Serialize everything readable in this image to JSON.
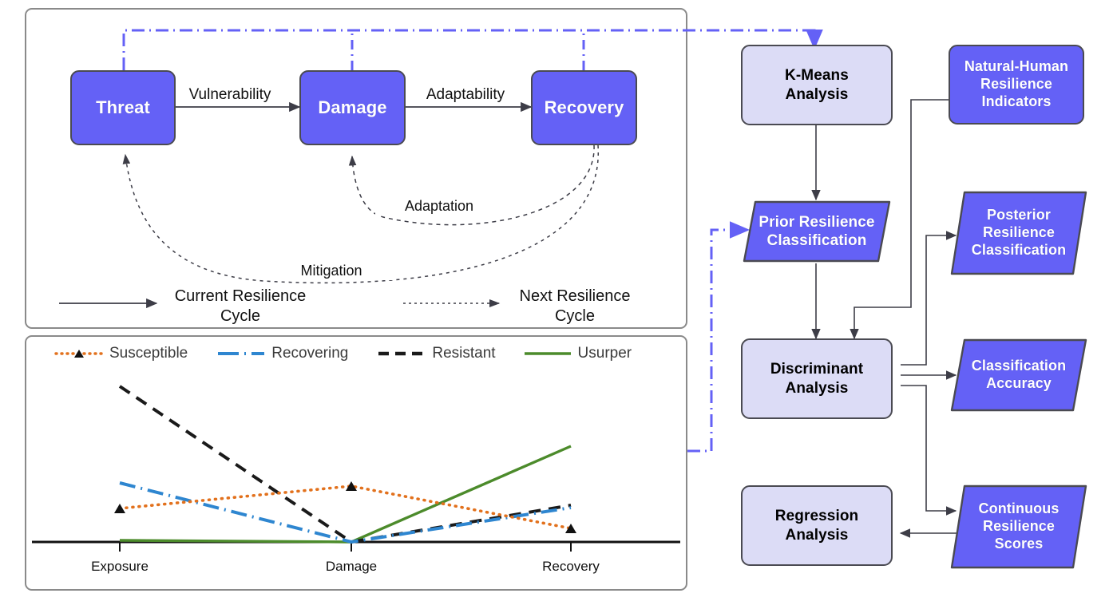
{
  "theme": {
    "purple": "#6461F6",
    "lavender": "#DCDCF6",
    "stroke_dark": "#4a4a52",
    "panel_border": "#8a8a8a",
    "orange": "#E2711D",
    "blue": "#2E86D0",
    "black": "#1a1a1a",
    "green": "#4C8B2B"
  },
  "resilience_cycle": {
    "panel_title": "",
    "nodes": [
      {
        "id": "threat",
        "label": "Threat"
      },
      {
        "id": "damage",
        "label": "Damage"
      },
      {
        "id": "recovery",
        "label": "Recovery"
      }
    ],
    "edges": [
      {
        "from": "threat",
        "to": "damage",
        "label": "Vulnerability"
      },
      {
        "from": "damage",
        "to": "recovery",
        "label": "Adaptability"
      },
      {
        "from": "recovery",
        "to": "damage",
        "label": "Adaptation"
      },
      {
        "from": "recovery",
        "to": "threat",
        "label": "Mitigation"
      }
    ],
    "legend": [
      {
        "style": "solid-arrow",
        "label": "Current Resilience Cycle"
      },
      {
        "style": "dotted-arrow",
        "label": "Next Resilience Cycle"
      }
    ]
  },
  "chart_data": {
    "type": "line",
    "title": "",
    "xlabel": "",
    "ylabel": "",
    "categories": [
      "Exposure",
      "Damage",
      "Recovery"
    ],
    "x": [
      150,
      440,
      715
    ],
    "grid": false,
    "legend_position": "top",
    "xlim": [
      60,
      840
    ],
    "ylim": [
      0,
      100
    ],
    "series": [
      {
        "name": "Susceptible",
        "color": "#E2711D",
        "style": "dotted",
        "marker": "triangle",
        "values": [
          22,
          38,
          10
        ],
        "points": [
          [
            150,
            637
          ],
          [
            440,
            609
          ],
          [
            715,
            662
          ]
        ]
      },
      {
        "name": "Recovering",
        "color": "#2E86D0",
        "style": "dashdot",
        "marker": "none",
        "values": [
          38,
          0,
          17
        ],
        "points": [
          [
            150,
            605
          ],
          [
            440,
            679
          ],
          [
            715,
            636
          ]
        ]
      },
      {
        "name": "Resistant",
        "color": "#1a1a1a",
        "style": "dashed",
        "marker": "none",
        "values": [
          85,
          0,
          19
        ],
        "points": [
          [
            150,
            484
          ],
          [
            440,
            679
          ],
          [
            715,
            633
          ]
        ]
      },
      {
        "name": "Usurper",
        "color": "#4C8B2B",
        "style": "solid",
        "marker": "none",
        "values": [
          1,
          0,
          59
        ],
        "points": [
          [
            150,
            677
          ],
          [
            440,
            679
          ],
          [
            715,
            559
          ]
        ]
      }
    ]
  },
  "flow": {
    "nodes": [
      {
        "id": "kmeans",
        "label": "K-Means\nAnalysis",
        "shape": "rounded-rect",
        "fill": "lavender"
      },
      {
        "id": "prior",
        "label": "Prior Resilience\nClassification",
        "shape": "parallelogram",
        "fill": "purple"
      },
      {
        "id": "discrim",
        "label": "Discriminant\nAnalysis",
        "shape": "rounded-rect",
        "fill": "lavender"
      },
      {
        "id": "regression",
        "label": "Regression\nAnalysis",
        "shape": "rounded-rect",
        "fill": "lavender"
      },
      {
        "id": "indicators",
        "label": "Natural-Human\nResilience\nIndicators",
        "shape": "rounded-rect",
        "fill": "purple"
      },
      {
        "id": "posterior",
        "label": "Posterior\nResilience\nClassification",
        "shape": "parallelogram",
        "fill": "purple"
      },
      {
        "id": "accuracy",
        "label": "Classification\nAccuracy",
        "shape": "parallelogram",
        "fill": "purple"
      },
      {
        "id": "scores",
        "label": "Continuous\nResilience\nScores",
        "shape": "parallelogram",
        "fill": "purple"
      }
    ],
    "edges": [
      {
        "from": "cycle-panel",
        "to": "kmeans",
        "style": "purple-dashdot"
      },
      {
        "from": "kmeans",
        "to": "prior",
        "style": "solid"
      },
      {
        "from": "chart-panel",
        "to": "prior",
        "style": "purple-dashdot"
      },
      {
        "from": "prior",
        "to": "discrim",
        "style": "solid"
      },
      {
        "from": "indicators",
        "to": "discrim",
        "style": "solid"
      },
      {
        "from": "discrim",
        "to": "posterior",
        "style": "solid"
      },
      {
        "from": "discrim",
        "to": "accuracy",
        "style": "solid"
      },
      {
        "from": "discrim",
        "to": "scores",
        "style": "solid"
      },
      {
        "from": "scores",
        "to": "regression",
        "style": "solid"
      }
    ]
  }
}
